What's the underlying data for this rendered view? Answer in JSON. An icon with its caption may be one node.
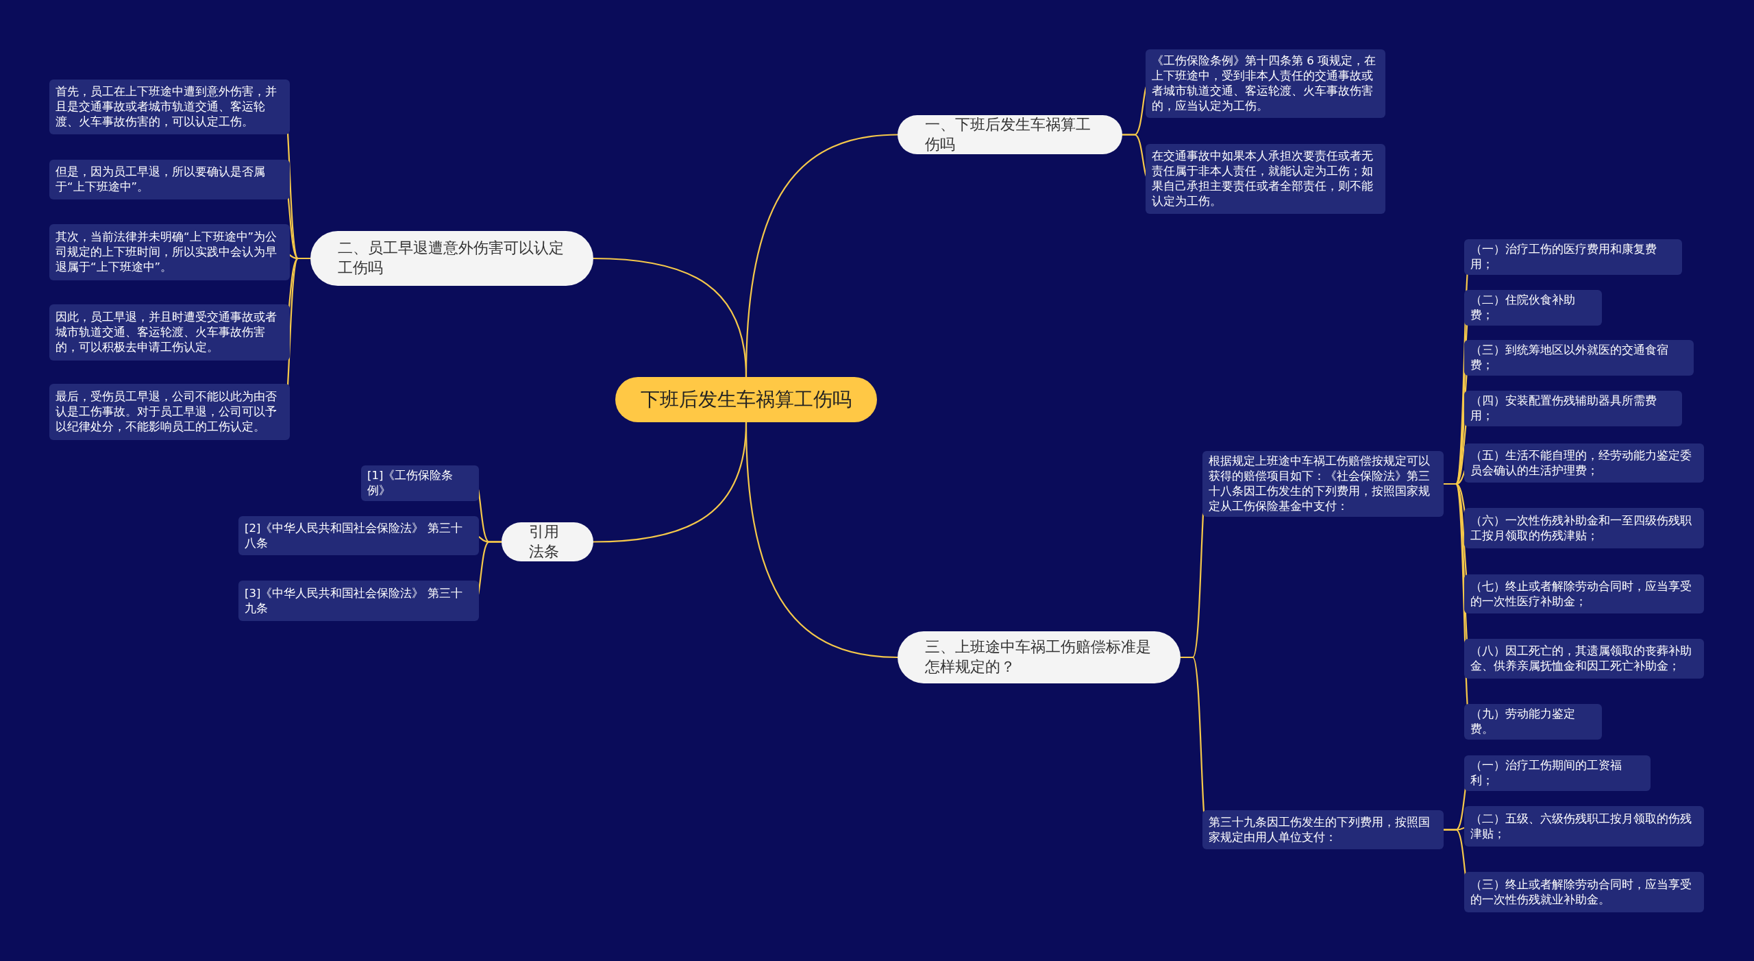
{
  "diagram": {
    "nodes": [
      {
        "text": [
          "下班后发生车祸算工伤吗"
        ]
      },
      {
        "text": [
          "一、下班后发生车祸算工伤吗"
        ]
      },
      {
        "text": [
          "《工伤保险条例》第十四条第 6 项规定，在上下班途中，受到非本人责任的交通事故或者城市轨道交通、客运轮渡、火车事故伤害的，应当认定为工伤。"
        ]
      },
      {
        "text": [
          "在交通事故中如果本人承担次要责任或者无责任属于非本人责任，就能认定为工伤；如果自己承担主要责任或者全部责任，则不能认定为工伤。"
        ]
      },
      {
        "text": [
          "二、员工早退遭意外伤害可以认定工伤吗"
        ]
      },
      {
        "text": [
          "首先，员工在上下班途中遭到意外伤害，并且是交通事故或者城市轨道交通、客运轮渡、火车事故伤害的，可以认定工伤。"
        ]
      },
      {
        "text": [
          "但是，因为员工早退，所以要确认是否属于“上下班途中”。"
        ]
      },
      {
        "text": [
          "其次，当前法律并未明确“上下班途中”为公司规定的上下班时间，所以实践中会认为早退属于“上下班途中”。"
        ]
      },
      {
        "text": [
          "因此，员工早退，并且时遭受交通事故或者城市轨道交通、客运轮渡、火车事故伤害的，可以积极去申请工伤认定。"
        ]
      },
      {
        "text": [
          "最后，受伤员工早退，公司不能以此为由否认是工伤事故。对于员工早退，公司可以予以纪律处分，不能影响员工的工伤认定。"
        ]
      },
      {
        "text": [
          "引用法条"
        ]
      },
      {
        "text": [
          "[1]《工伤保险条例》"
        ]
      },
      {
        "text": [
          "[2]《中华人民共和国社会保险法》 第三十八条"
        ]
      },
      {
        "text": [
          "[3]《中华人民共和国社会保险法》 第三十九条"
        ]
      },
      {
        "text": [
          "三、上班途中车祸工伤赔偿标准是怎样规定的？"
        ]
      },
      {
        "text": [
          "根据规定上班途中车祸工伤赔偿按规定可以获得的赔偿项目如下：《社会保险法》第三十八条因工伤发生的下列费用，按照国家规定从工伤保险基金中支付："
        ]
      },
      {
        "text": [
          "（一）治疗工伤的医疗费用和康复费用；"
        ]
      },
      {
        "text": [
          "（二）住院伙食补助费；"
        ]
      },
      {
        "text": [
          "（三）到统筹地区以外就医的交通食宿费；"
        ]
      },
      {
        "text": [
          "（四）安装配置伤残辅助器具所需费用；"
        ]
      },
      {
        "text": [
          "（五）生活不能自理的，经劳动能力鉴定委员会确认的生活护理费；"
        ]
      },
      {
        "text": [
          "（六）一次性伤残补助金和一至四级伤残职工按月领取的伤残津贴；"
        ]
      },
      {
        "text": [
          "（七）终止或者解除劳动合同时，应当享受的一次性医疗补助金；"
        ]
      },
      {
        "text": [
          "（八）因工死亡的，其遗属领取的丧葬补助金、供养亲属抚恤金和因工死亡补助金；"
        ]
      },
      {
        "text": [
          "（九）劳动能力鉴定费。"
        ]
      },
      {
        "text": [
          "第三十九条因工伤发生的下列费用，按照国家规定由用人单位支付："
        ]
      },
      {
        "text": [
          "（一）治疗工伤期间的工资福利；"
        ]
      },
      {
        "text": [
          "（二）五级、六级伤残职工按月领取的伤残津贴；"
        ]
      },
      {
        "text": [
          "（三）终止或者解除劳动合同时，应当享受的一次性伤残就业补助金。"
        ]
      }
    ],
    "edges": [
      {
        "from": 0,
        "to": 1,
        "arrow": "none"
      },
      {
        "from": 1,
        "to": 2,
        "arrow": "none"
      },
      {
        "from": 1,
        "to": 3,
        "arrow": "none"
      },
      {
        "from": 0,
        "to": 4,
        "arrow": "none"
      },
      {
        "from": 4,
        "to": 5,
        "arrow": "none"
      },
      {
        "from": 4,
        "to": 6,
        "arrow": "none"
      },
      {
        "from": 4,
        "to": 7,
        "arrow": "none"
      },
      {
        "from": 4,
        "to": 8,
        "arrow": "none"
      },
      {
        "from": 4,
        "to": 9,
        "arrow": "none"
      },
      {
        "from": 0,
        "to": 10,
        "arrow": "none"
      },
      {
        "from": 10,
        "to": 11,
        "arrow": "none"
      },
      {
        "from": 10,
        "to": 12,
        "arrow": "none"
      },
      {
        "from": 10,
        "to": 13,
        "arrow": "none"
      },
      {
        "from": 0,
        "to": 14,
        "arrow": "none"
      },
      {
        "from": 14,
        "to": 15,
        "arrow": "none"
      },
      {
        "from": 15,
        "to": 16,
        "arrow": "none"
      },
      {
        "from": 15,
        "to": 17,
        "arrow": "none"
      },
      {
        "from": 15,
        "to": 18,
        "arrow": "none"
      },
      {
        "from": 15,
        "to": 19,
        "arrow": "none"
      },
      {
        "from": 15,
        "to": 20,
        "arrow": "none"
      },
      {
        "from": 15,
        "to": 21,
        "arrow": "none"
      },
      {
        "from": 15,
        "to": 22,
        "arrow": "none"
      },
      {
        "from": 15,
        "to": 23,
        "arrow": "none"
      },
      {
        "from": 15,
        "to": 24,
        "arrow": "none"
      },
      {
        "from": 14,
        "to": 25,
        "arrow": "none"
      },
      {
        "from": 25,
        "to": 26,
        "arrow": "none"
      },
      {
        "from": 25,
        "to": 27,
        "arrow": "none"
      },
      {
        "from": 25,
        "to": 28,
        "arrow": "none"
      }
    ]
  }
}
